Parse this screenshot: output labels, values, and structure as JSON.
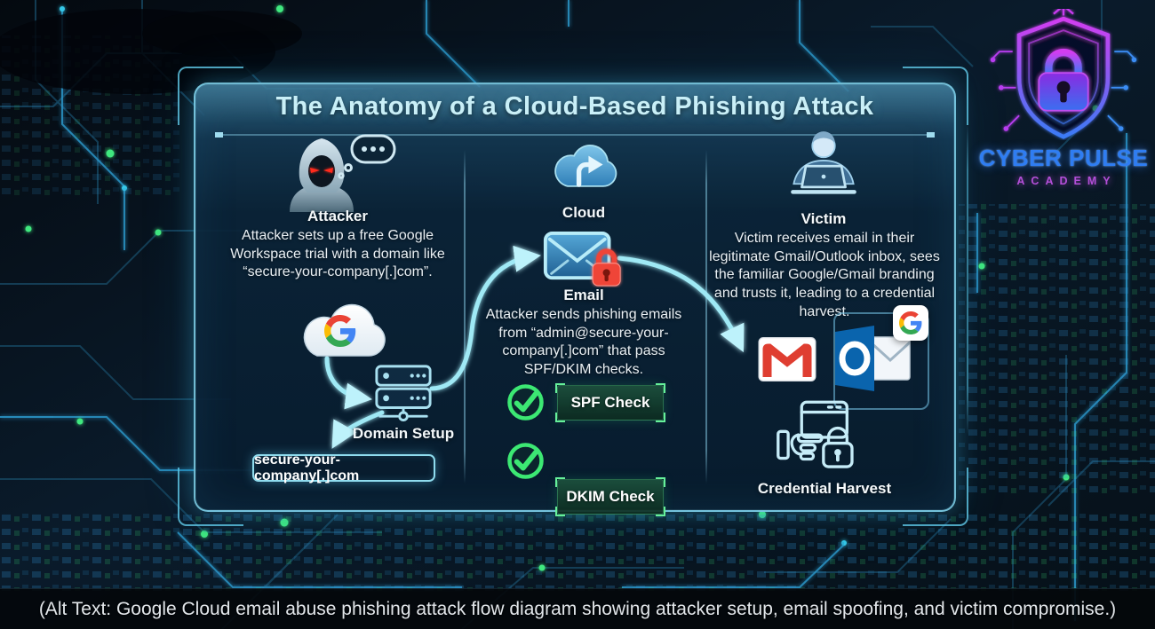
{
  "title": "The Anatomy of a Cloud-Based Phishing Attack",
  "logo": {
    "line1": "CYBER PULSE",
    "line2": "ACADEMY"
  },
  "attacker": {
    "label": "Attacker",
    "description": "Attacker sets up a free Google Workspace trial with a domain like “secure-your-company[.]com”.",
    "domain_setup_label": "Domain Setup",
    "domain_box": "secure-your-company[.]com"
  },
  "flow": {
    "cloud_label": "Cloud",
    "email_label": "Email",
    "description": "Attacker sends phishing emails from “admin@secure-your-company[.]com” that pass SPF/DKIM checks.",
    "checks": [
      "SPF Check",
      "DKIM Check"
    ]
  },
  "victim": {
    "label": "Victim",
    "description": "Victim receives email in their legitimate Gmail/Outlook inbox, sees the familiar Google/Gmail branding and trusts it, leading to a credential harvest.",
    "credential_label": "Credential Harvest"
  },
  "caption": "(Alt Text: Google Cloud email abuse phishing attack flow diagram showing attacker setup, email spoofing, and victim compromise.)",
  "icons": {
    "attacker": "hooded-figure-with-thought-bubble",
    "google_cloud": "white-cloud-with-google-g",
    "server": "server-stack",
    "cloud": "cloud-with-forward-arrow",
    "email": "envelope-with-red-lock",
    "check": "green-check-circle",
    "victim": "person-at-laptop",
    "gmail": "gmail-envelope",
    "outlook": "outlook-o-envelope",
    "google_badge": "google-g",
    "credential": "hand-browser-padlock",
    "logo": "circuit-shield-padlock"
  },
  "colors": {
    "accent_cyan": "#9fe9f5",
    "check_green": "#3ce873",
    "lock_red": "#ef4438",
    "logo_blue": "#2f7df2",
    "logo_magenta": "#c93bf0",
    "panel_border": "#82d7f0"
  }
}
